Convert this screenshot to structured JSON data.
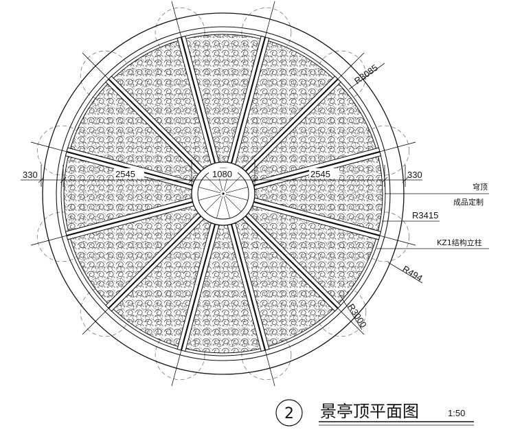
{
  "dimensions": {
    "left_offset": "330",
    "right_offset": "330",
    "left_span": "2545",
    "right_span": "2545",
    "center_dia": "1080",
    "r_outer": "R3085",
    "r_mid": "R3415",
    "r_post": "R494",
    "r_inner": "R3000"
  },
  "notes": {
    "dome_line1": "穹顶",
    "dome_line2": "成品定制",
    "column": "KZ1结构立柱"
  },
  "title": {
    "number": "2",
    "text": "景亭顶平面图",
    "scale": "1:50"
  },
  "colors": {
    "line": "#111111",
    "paper": "#ffffff"
  }
}
